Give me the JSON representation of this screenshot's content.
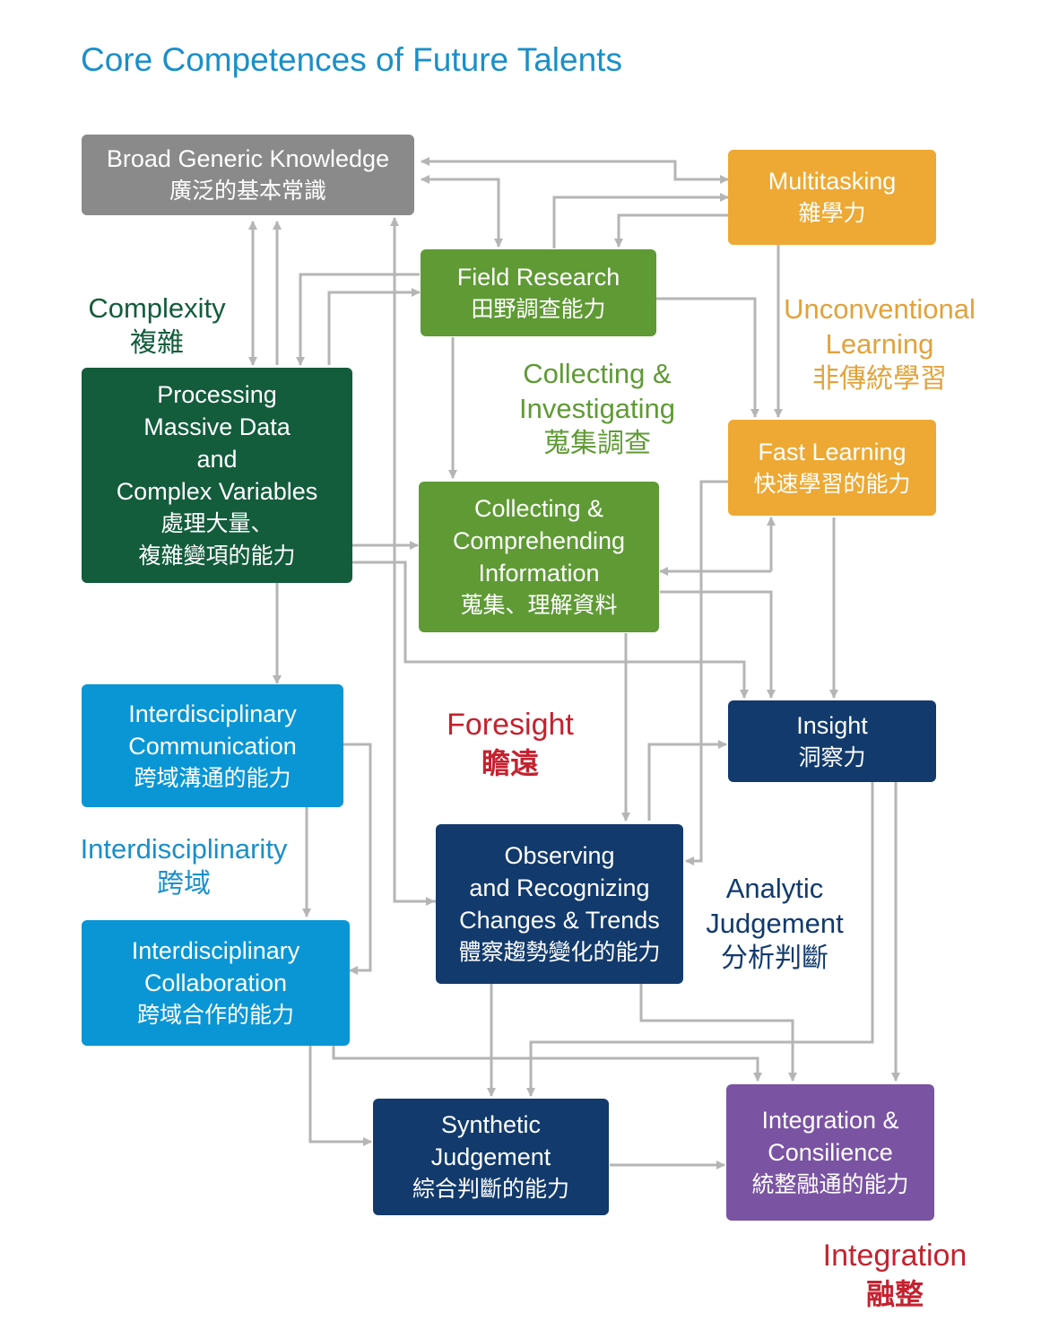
{
  "title": "Core Competences of Future Talents",
  "nodes": {
    "broad": {
      "en": "Broad Generic Knowledge",
      "zh": "廣泛的基本常識",
      "color": "#8a8a8a"
    },
    "multitasking": {
      "en": "Multitasking",
      "zh": "雜學力",
      "color": "#eda934"
    },
    "field": {
      "en": "Field Research",
      "zh": "田野調查能力",
      "color": "#5f9a35"
    },
    "processing": {
      "en": [
        "Processing",
        "Massive Data",
        "and",
        "Complex Variables"
      ],
      "zh": [
        "處理大量、",
        "複雜變項的能力"
      ],
      "color": "#135c3c"
    },
    "collect_info": {
      "en": [
        "Collecting &",
        "Comprehending",
        "Information"
      ],
      "zh": "蒐集、理解資料",
      "color": "#5f9a35"
    },
    "fast": {
      "en": "Fast Learning",
      "zh": "快速學習的能力",
      "color": "#eda934"
    },
    "insight": {
      "en": "Insight",
      "zh": "洞察力",
      "color": "#123a6c"
    },
    "inter_comm": {
      "en": [
        "Interdisciplinary",
        "Communication"
      ],
      "zh": "跨域溝通的能力",
      "color": "#0a96d5"
    },
    "observing": {
      "en": [
        "Observing",
        "and Recognizing",
        "Changes & Trends"
      ],
      "zh": "體察趨勢變化的能力",
      "color": "#123a6c"
    },
    "inter_collab": {
      "en": [
        "Interdisciplinary",
        "Collaboration"
      ],
      "zh": "跨域合作的能力",
      "color": "#0a96d5"
    },
    "synthetic": {
      "en": [
        "Synthetic",
        "Judgement"
      ],
      "zh": "綜合判斷的能力",
      "color": "#123a6c"
    },
    "integration_node": {
      "en": [
        "Integration &",
        "Consilience"
      ],
      "zh": "統整融通的能力",
      "color": "#7a53a2"
    }
  },
  "groups": {
    "complexity": {
      "en": "Complexity",
      "zh": "複雜",
      "color": "#135c3c"
    },
    "unconventional": {
      "en": [
        "Unconventional",
        "Learning"
      ],
      "zh": "非傳統學習",
      "color": "#e2a23a"
    },
    "collecting": {
      "en": [
        "Collecting &",
        "Investigating"
      ],
      "zh": "蒐集調查",
      "color": "#5f9a35"
    },
    "foresight": {
      "en": "Foresight",
      "zh": "瞻遠",
      "color": "#c4222f"
    },
    "interdisciplinarity": {
      "en": "Interdisciplinarity",
      "zh": "跨域",
      "color": "#1a8fc9"
    },
    "analytic": {
      "en": [
        "Analytic",
        "Judgement"
      ],
      "zh": "分析判斷",
      "color": "#123a6c"
    },
    "integration": {
      "en": "Integration",
      "zh": "融整",
      "color": "#c4222f"
    }
  },
  "arrow_color": "#b5b5b5"
}
